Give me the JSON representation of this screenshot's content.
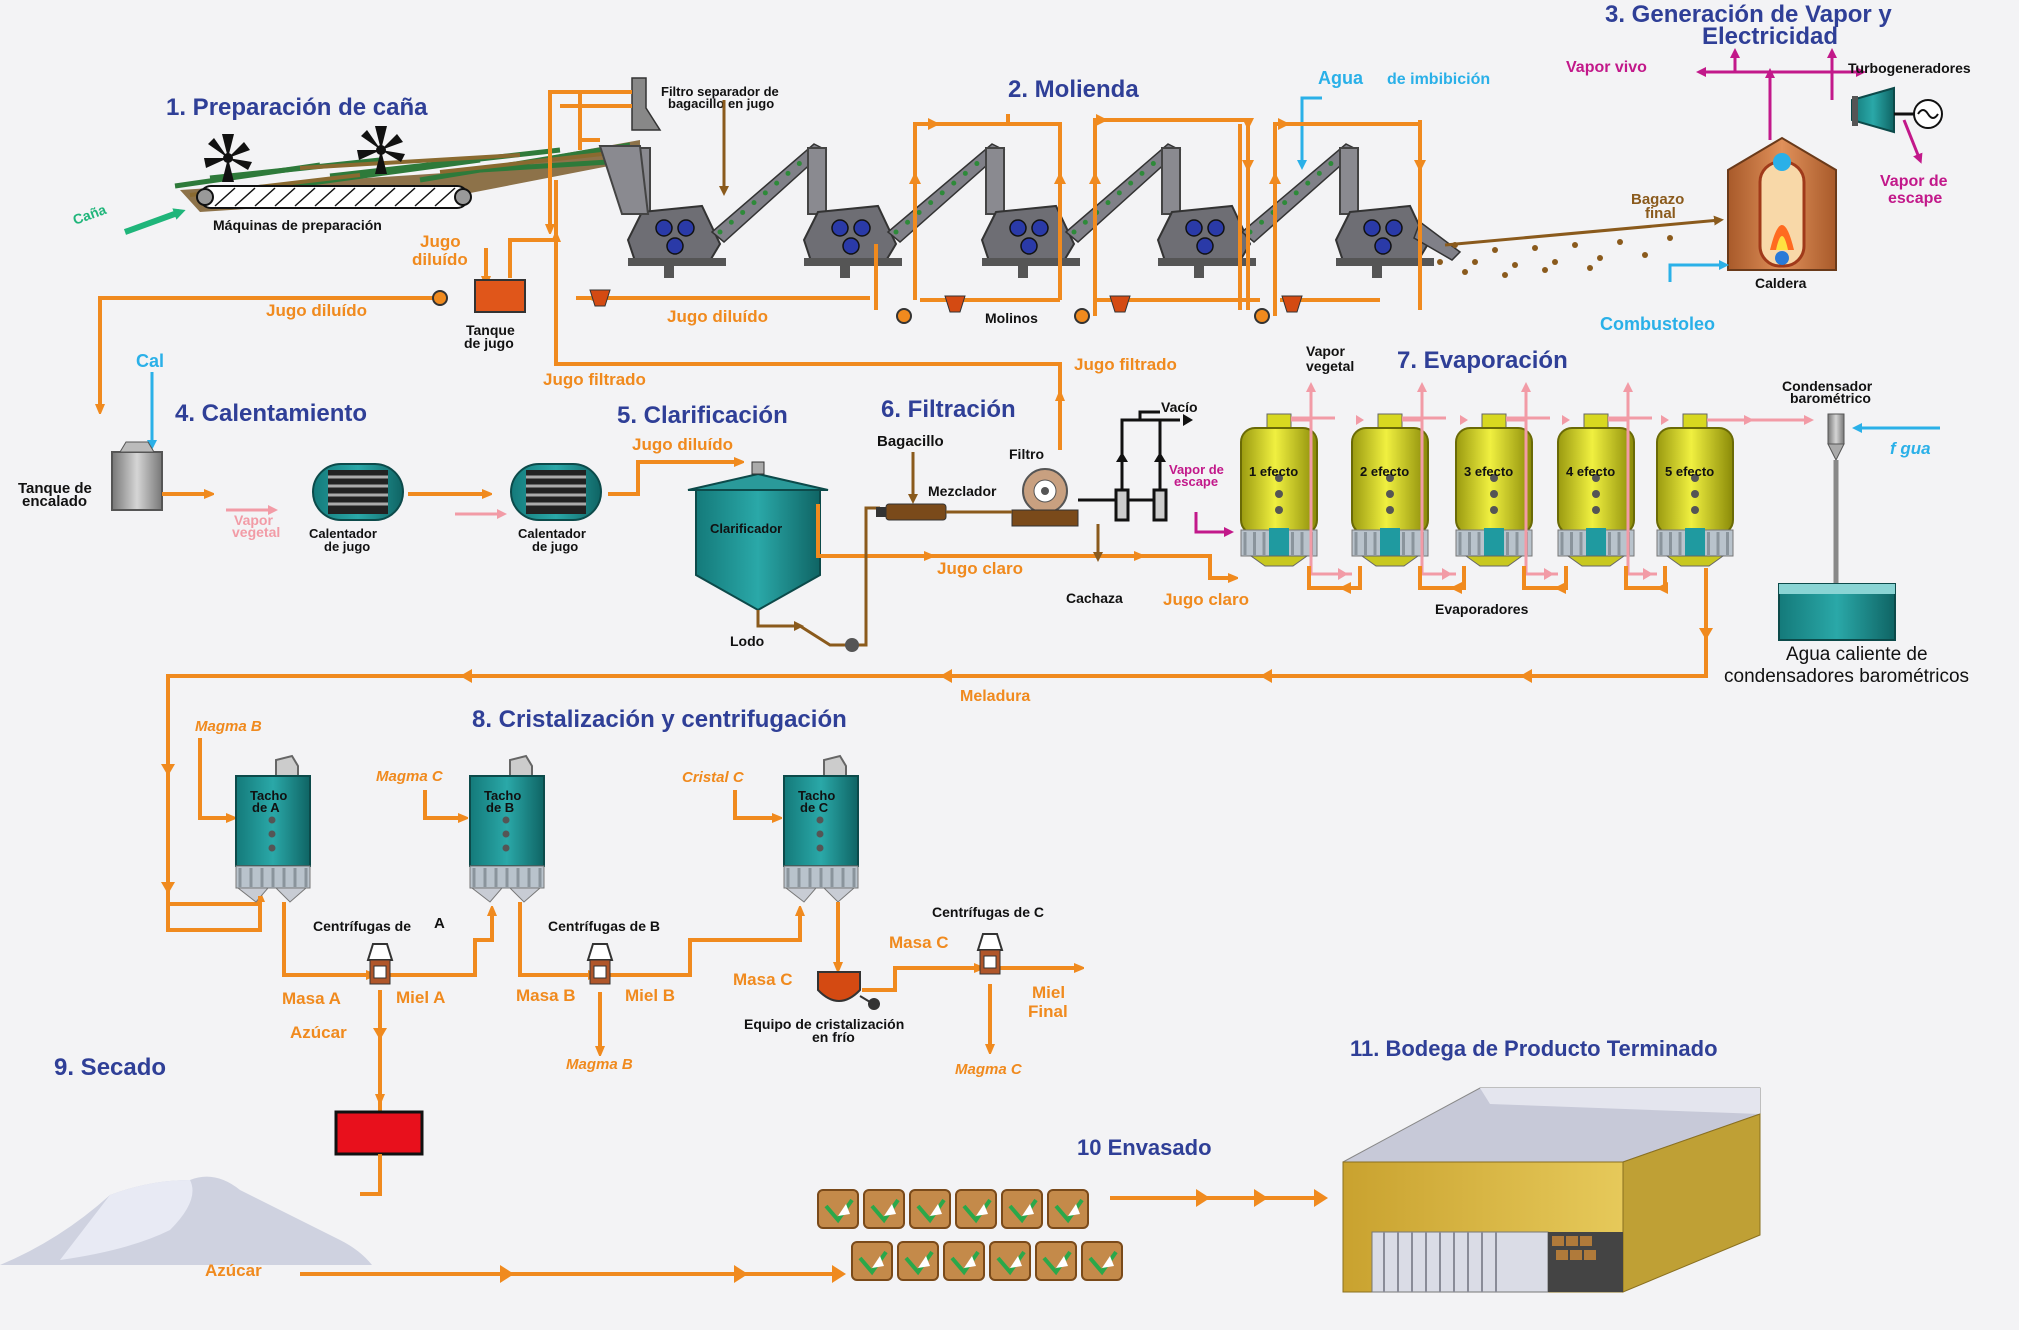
{
  "sections": {
    "s1": "1. Preparación de caña",
    "s2": "2. Molienda",
    "s3a": "3. Generación de Vapor y",
    "s3b": "Electricidad",
    "s4": "4. Calentamiento",
    "s5": "5. Clarificación",
    "s6": "6. Filtración",
    "s7": "7. Evaporación",
    "s8": "8. Cristalización y centrifugación",
    "s9": "9. Secado",
    "s10": "10 Envasado",
    "s11": "11. Bodega de Producto Terminado"
  },
  "labels": {
    "cana": "Caña",
    "maquinas": "Máquinas de preparación",
    "filtro_sep_1": "Filtro separador de",
    "filtro_sep_2": "bagacillo en jugo",
    "agua_imb_1": "Agua",
    "agua_imb_2": "de imbibición",
    "vapor_vivo": "Vapor vivo",
    "turbogeneradores": "Turbogeneradores",
    "vapor_escape_1": "Vapor de",
    "vapor_escape_2": "escape",
    "bagazo_1": "Bagazo",
    "bagazo_2": "final",
    "caldera": "Caldera",
    "combustoleo": "Combustoleo",
    "jugo_diluido_1": "Jugo",
    "jugo_diluido_2": "diluído",
    "tanque_jugo_1": "Tanque",
    "tanque_jugo_2": "de jugo",
    "jugo_diluido_a": "Jugo diluído",
    "jugo_diluido_b": "Jugo diluído",
    "molinos": "Molinos",
    "jugo_filtrado_a": "Jugo filtrado",
    "jugo_filtrado_b": "Jugo filtrado",
    "cal": "Cal",
    "tanque_encalado_1": "Tanque de",
    "tanque_encalado_2": "encalado",
    "vapor_vegetal_1": "Vapor",
    "vapor_vegetal_2": "vegetal",
    "calentador_1a": "Calentador",
    "calentador_1b": "de jugo",
    "calentador_2a": "Calentador",
    "calentador_2b": "de jugo",
    "jugo_diluido_c": "Jugo diluído",
    "clarificador": "Clarificador",
    "lodo": "Lodo",
    "bagacillo": "Bagacillo",
    "mezclador": "Mezclador",
    "filtro": "Filtro",
    "vacio": "Vacío",
    "jugo_claro_a": "Jugo claro",
    "cachaza": "Cachaza",
    "jugo_claro_b": "Jugo claro",
    "vapor_esc_evap_1": "Vapor de",
    "vapor_esc_evap_2": "escape",
    "vapor_vegetal_top_1": "Vapor",
    "vapor_vegetal_top_2": "vegetal",
    "efecto_1": "1 efecto",
    "efecto_2": "2 efecto",
    "efecto_3": "3 efecto",
    "efecto_4": "4 efecto",
    "efecto_5": "5 efecto",
    "evaporadores": "Evaporadores",
    "condensador_1": "Condensador",
    "condensador_2": "barométrico",
    "agua_fria": "f gua",
    "agua_caliente_1": "Agua caliente de",
    "agua_caliente_2": "condensadores barométricos",
    "meladura": "Meladura",
    "magma_b_in": "Magma B",
    "magma_c_in": "Magma C",
    "cristal_c": "Cristal C",
    "tacho_a_1": "Tacho",
    "tacho_a_2": "de A",
    "tacho_b_1": "Tacho",
    "tacho_b_2": "de B",
    "tacho_c_1": "Tacho",
    "tacho_c_2": "de C",
    "centrifugas_a": "Centrífugas de",
    "centrifugas_a_l": "A",
    "centrifugas_b": "Centrífugas de B",
    "centrifugas_c": "Centrífugas de C",
    "masa_a": "Masa A",
    "miel_a": "Miel  A",
    "masa_b": "Masa B",
    "miel_b": "Miel B",
    "masa_c1": "Masa C",
    "masa_c2": "Masa C",
    "miel_final_1": "Miel",
    "miel_final_2": "Final",
    "azucar_1": "Azúcar",
    "magma_b_out": "Magma B",
    "magma_c_out": "Magma C",
    "equipo_1": "Equipo de cristalización",
    "equipo_2": "en frío",
    "azucar_2": "Azúcar"
  },
  "colors": {
    "juice_flow": "#f08a1e",
    "steam_vivo": "#c2188a",
    "vapor_vegetal": "#f29ba6",
    "water": "#2ab0e8",
    "title": "#2f3f97",
    "bagazo": "#8a5a1c"
  }
}
